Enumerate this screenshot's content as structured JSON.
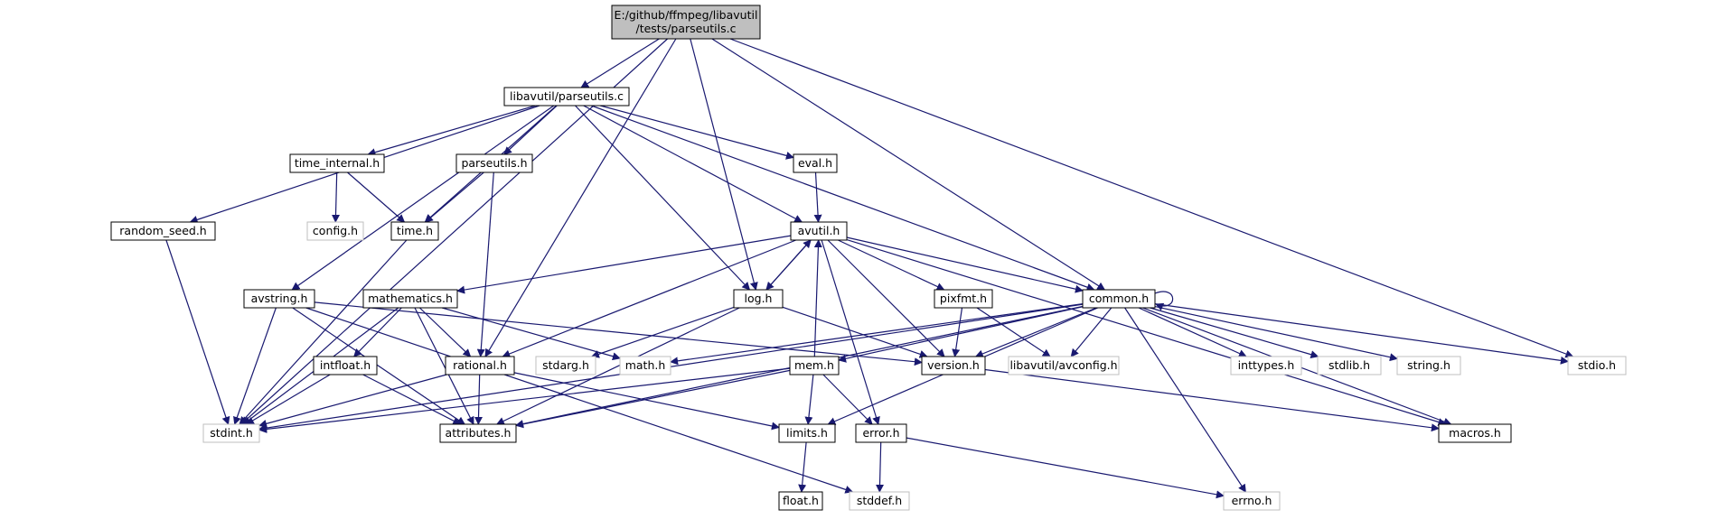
{
  "graph": {
    "colors": {
      "edge": "#191970",
      "node_border": "#000000",
      "external_border": "#bfbfbf",
      "root_fill": "#bfbfbf"
    },
    "nodes": [
      {
        "id": "root",
        "kind": "root",
        "lines": [
          "E:/github/ffmpeg/libavutil",
          "/tests/parseutils.c"
        ]
      },
      {
        "id": "parseutils_c",
        "kind": "normal",
        "lines": [
          "libavutil/parseutils.c"
        ]
      },
      {
        "id": "time_internal",
        "kind": "normal",
        "lines": [
          "time_internal.h"
        ]
      },
      {
        "id": "parseutils_h",
        "kind": "normal",
        "lines": [
          "parseutils.h"
        ]
      },
      {
        "id": "eval",
        "kind": "normal",
        "lines": [
          "eval.h"
        ]
      },
      {
        "id": "random_seed",
        "kind": "normal",
        "lines": [
          "random_seed.h"
        ]
      },
      {
        "id": "config",
        "kind": "ext",
        "lines": [
          "config.h"
        ]
      },
      {
        "id": "time",
        "kind": "normal",
        "lines": [
          "time.h"
        ]
      },
      {
        "id": "avutil",
        "kind": "normal",
        "lines": [
          "avutil.h"
        ]
      },
      {
        "id": "avstring",
        "kind": "normal",
        "lines": [
          "avstring.h"
        ]
      },
      {
        "id": "mathematics",
        "kind": "normal",
        "lines": [
          "mathematics.h"
        ]
      },
      {
        "id": "log",
        "kind": "normal",
        "lines": [
          "log.h"
        ]
      },
      {
        "id": "pixfmt",
        "kind": "normal",
        "lines": [
          "pixfmt.h"
        ]
      },
      {
        "id": "common",
        "kind": "normal",
        "lines": [
          "common.h"
        ]
      },
      {
        "id": "intfloat",
        "kind": "normal",
        "lines": [
          "intfloat.h"
        ]
      },
      {
        "id": "rational",
        "kind": "normal",
        "lines": [
          "rational.h"
        ]
      },
      {
        "id": "stdarg",
        "kind": "ext",
        "lines": [
          "stdarg.h"
        ]
      },
      {
        "id": "math",
        "kind": "ext",
        "lines": [
          "math.h"
        ]
      },
      {
        "id": "mem",
        "kind": "normal",
        "lines": [
          "mem.h"
        ]
      },
      {
        "id": "version",
        "kind": "normal",
        "lines": [
          "version.h"
        ]
      },
      {
        "id": "avconfig",
        "kind": "ext",
        "lines": [
          "libavutil/avconfig.h"
        ]
      },
      {
        "id": "inttypes",
        "kind": "ext",
        "lines": [
          "inttypes.h"
        ]
      },
      {
        "id": "stdlib",
        "kind": "ext",
        "lines": [
          "stdlib.h"
        ]
      },
      {
        "id": "string",
        "kind": "ext",
        "lines": [
          "string.h"
        ]
      },
      {
        "id": "stdio",
        "kind": "ext",
        "lines": [
          "stdio.h"
        ]
      },
      {
        "id": "stdint",
        "kind": "ext",
        "lines": [
          "stdint.h"
        ]
      },
      {
        "id": "attributes",
        "kind": "normal",
        "lines": [
          "attributes.h"
        ]
      },
      {
        "id": "limits",
        "kind": "normal",
        "lines": [
          "limits.h"
        ]
      },
      {
        "id": "error",
        "kind": "normal",
        "lines": [
          "error.h"
        ]
      },
      {
        "id": "macros",
        "kind": "normal",
        "lines": [
          "macros.h"
        ]
      },
      {
        "id": "float",
        "kind": "normal",
        "lines": [
          "float.h"
        ]
      },
      {
        "id": "stddef",
        "kind": "ext",
        "lines": [
          "stddef.h"
        ]
      },
      {
        "id": "errno",
        "kind": "ext",
        "lines": [
          "errno.h"
        ]
      }
    ],
    "edges": [
      [
        "root",
        "parseutils_c"
      ],
      [
        "root",
        "log"
      ],
      [
        "root",
        "rational"
      ],
      [
        "root",
        "common"
      ],
      [
        "root",
        "stdio"
      ],
      [
        "root",
        "stdint"
      ],
      [
        "parseutils_c",
        "time_internal"
      ],
      [
        "parseutils_c",
        "parseutils_h"
      ],
      [
        "parseutils_c",
        "eval"
      ],
      [
        "parseutils_c",
        "random_seed"
      ],
      [
        "parseutils_c",
        "time"
      ],
      [
        "parseutils_c",
        "avstring"
      ],
      [
        "parseutils_c",
        "avutil"
      ],
      [
        "parseutils_c",
        "log"
      ],
      [
        "parseutils_c",
        "common"
      ],
      [
        "time_internal",
        "config"
      ],
      [
        "time_internal",
        "time"
      ],
      [
        "parseutils_h",
        "time"
      ],
      [
        "parseutils_h",
        "rational"
      ],
      [
        "eval",
        "avutil"
      ],
      [
        "random_seed",
        "stdint"
      ],
      [
        "time",
        "stdint"
      ],
      [
        "avutil",
        "mathematics"
      ],
      [
        "avutil",
        "log"
      ],
      [
        "avutil",
        "pixfmt"
      ],
      [
        "avutil",
        "common"
      ],
      [
        "avutil",
        "rational"
      ],
      [
        "avutil",
        "version"
      ],
      [
        "avutil",
        "error"
      ],
      [
        "avutil",
        "macros"
      ],
      [
        "avstring",
        "stdint"
      ],
      [
        "avstring",
        "stddef"
      ],
      [
        "avstring",
        "attributes"
      ],
      [
        "avstring",
        "version"
      ],
      [
        "mathematics",
        "intfloat"
      ],
      [
        "mathematics",
        "rational"
      ],
      [
        "mathematics",
        "math"
      ],
      [
        "mathematics",
        "attributes"
      ],
      [
        "mathematics",
        "stdint"
      ],
      [
        "log",
        "avutil"
      ],
      [
        "log",
        "stdarg"
      ],
      [
        "log",
        "version"
      ],
      [
        "log",
        "attributes"
      ],
      [
        "pixfmt",
        "version"
      ],
      [
        "pixfmt",
        "avconfig"
      ],
      [
        "common",
        "common"
      ],
      [
        "common",
        "mem"
      ],
      [
        "common",
        "inttypes"
      ],
      [
        "common",
        "stdlib"
      ],
      [
        "common",
        "string"
      ],
      [
        "common",
        "stdio"
      ],
      [
        "common",
        "math"
      ],
      [
        "common",
        "stdint"
      ],
      [
        "common",
        "attributes"
      ],
      [
        "common",
        "avconfig"
      ],
      [
        "common",
        "version"
      ],
      [
        "common",
        "macros"
      ],
      [
        "common",
        "errno"
      ],
      [
        "common",
        "limits"
      ],
      [
        "intfloat",
        "stdint"
      ],
      [
        "intfloat",
        "attributes"
      ],
      [
        "rational",
        "stdint"
      ],
      [
        "rational",
        "limits"
      ],
      [
        "rational",
        "attributes"
      ],
      [
        "mem",
        "avutil"
      ],
      [
        "mem",
        "limits"
      ],
      [
        "mem",
        "error"
      ],
      [
        "mem",
        "stdint"
      ],
      [
        "mem",
        "attributes"
      ],
      [
        "version",
        "macros"
      ],
      [
        "limits",
        "float"
      ],
      [
        "error",
        "errno"
      ],
      [
        "error",
        "stddef"
      ]
    ]
  }
}
